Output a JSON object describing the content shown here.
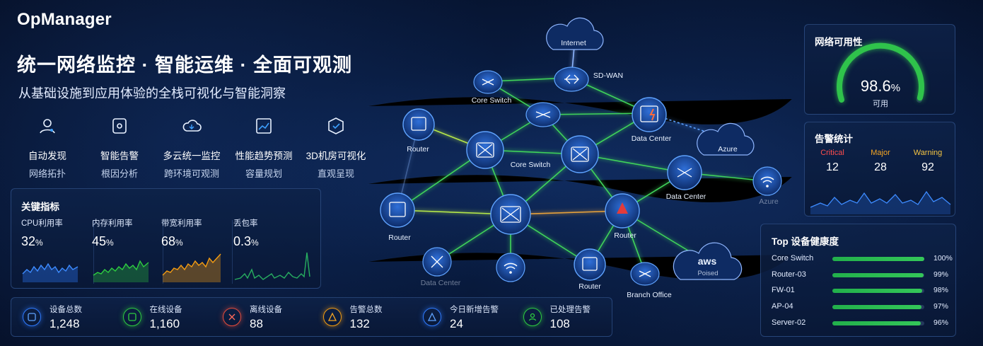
{
  "brand": "OpManager",
  "headline": "统一网络监控 · 智能运维 · 全面可观测",
  "subline": "从基础设施到应用体验的全栈可视化与智能洞察",
  "features": [
    {
      "icon": "user-scan-icon",
      "title": "自动发现",
      "subtitle": "网络拓扑"
    },
    {
      "icon": "alert-device-icon",
      "title": "智能告警",
      "subtitle": "根因分析"
    },
    {
      "icon": "cloud-icon",
      "title": "多云统一监控",
      "subtitle": "跨环境可观测"
    },
    {
      "icon": "trend-chart-icon",
      "title": "性能趋势预测",
      "subtitle": "容量规划"
    },
    {
      "icon": "cube-icon",
      "title": "3D机房可视化",
      "subtitle": "直观呈现"
    }
  ],
  "kpi": {
    "title": "关键指标",
    "items": [
      {
        "label": "CPU利用率",
        "value": "32",
        "unit": "%",
        "color": "#2f7bff"
      },
      {
        "label": "内存利用率",
        "value": "45",
        "unit": "%",
        "color": "#2ecc40"
      },
      {
        "label": "带宽利用率",
        "value": "68",
        "unit": "%",
        "color": "#f39c12"
      },
      {
        "label": "丢包率",
        "value": "0.3",
        "unit": "%",
        "color": "#27ae60"
      }
    ]
  },
  "stats": [
    {
      "icon": "device-icon",
      "label": "设备总数",
      "value": "1,248",
      "color": "#2f7bff"
    },
    {
      "icon": "online-device-icon",
      "label": "在线设备",
      "value": "1,160",
      "color": "#2ecc40"
    },
    {
      "icon": "offline-device-icon",
      "label": "离线设备",
      "value": "88",
      "color": "#e74c3c"
    },
    {
      "icon": "alarm-triangle-icon",
      "label": "告警总数",
      "value": "132",
      "color": "#f39c12"
    },
    {
      "icon": "new-alarm-icon",
      "label": "今日新增告警",
      "value": "24",
      "color": "#2f7bff"
    },
    {
      "icon": "resolved-alarm-icon",
      "label": "已处理告警",
      "value": "108",
      "color": "#2ecc40"
    }
  ],
  "availability": {
    "title": "网络可用性",
    "value": "98.6",
    "unit": "%",
    "caption": "可用",
    "fraction": 0.986
  },
  "alarms": {
    "title": "告警统计",
    "items": [
      {
        "label": "Critical",
        "value": "12",
        "color": "#ff4d4d"
      },
      {
        "label": "Major",
        "value": "28",
        "color": "#f5a623"
      },
      {
        "label": "Warning",
        "value": "92",
        "color": "#f5c542"
      }
    ]
  },
  "health": {
    "title": "Top 设备健康度",
    "rows": [
      {
        "name": "Core Switch",
        "percent": "100%",
        "fraction": 1.0
      },
      {
        "name": "Router-03",
        "percent": "99%",
        "fraction": 0.99
      },
      {
        "name": "FW-01",
        "percent": "98%",
        "fraction": 0.98
      },
      {
        "name": "AP-04",
        "percent": "97%",
        "fraction": 0.97
      },
      {
        "name": "Server-02",
        "percent": "96%",
        "fraction": 0.96
      }
    ]
  },
  "topology": {
    "labels": {
      "internet": "Internet",
      "sdwan": "SD-WAN",
      "core_switch_top": "Core Switch",
      "router_left": "Router",
      "data_center_top": "Data Center",
      "azure": "Azure",
      "core_switch_mid": "Core Switch",
      "data_center_right": "Data Center",
      "azure_faded": "Azure",
      "router_left2": "Router",
      "router_mid": "Router",
      "router_bottom": "Router",
      "branch_office": "Branch Office",
      "aws": "aws",
      "aws_sub": "Poised",
      "data_center_faded": "Data Center"
    }
  }
}
